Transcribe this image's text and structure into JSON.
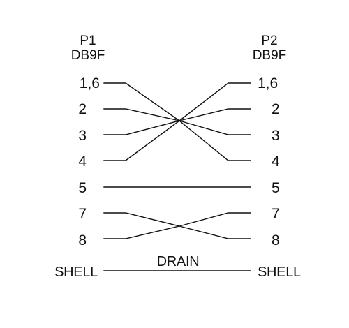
{
  "connectors": {
    "left": {
      "name": "P1",
      "type": "DB9F"
    },
    "right": {
      "name": "P2",
      "type": "DB9F"
    }
  },
  "pins": {
    "left": [
      "1,6",
      "2",
      "3",
      "4",
      "5",
      "7",
      "8",
      "SHELL"
    ],
    "right": [
      "1,6",
      "2",
      "3",
      "4",
      "5",
      "7",
      "8",
      "SHELL"
    ]
  },
  "wire_label": "DRAIN",
  "connections": [
    {
      "from": "1,6",
      "to": "4"
    },
    {
      "from": "2",
      "to": "3"
    },
    {
      "from": "3",
      "to": "2"
    },
    {
      "from": "4",
      "to": "1,6"
    },
    {
      "from": "5",
      "to": "5"
    },
    {
      "from": "7",
      "to": "8"
    },
    {
      "from": "8",
      "to": "7"
    },
    {
      "from": "SHELL",
      "to": "SHELL"
    }
  ],
  "colors": {
    "ink": "#111111",
    "background": "#ffffff"
  }
}
